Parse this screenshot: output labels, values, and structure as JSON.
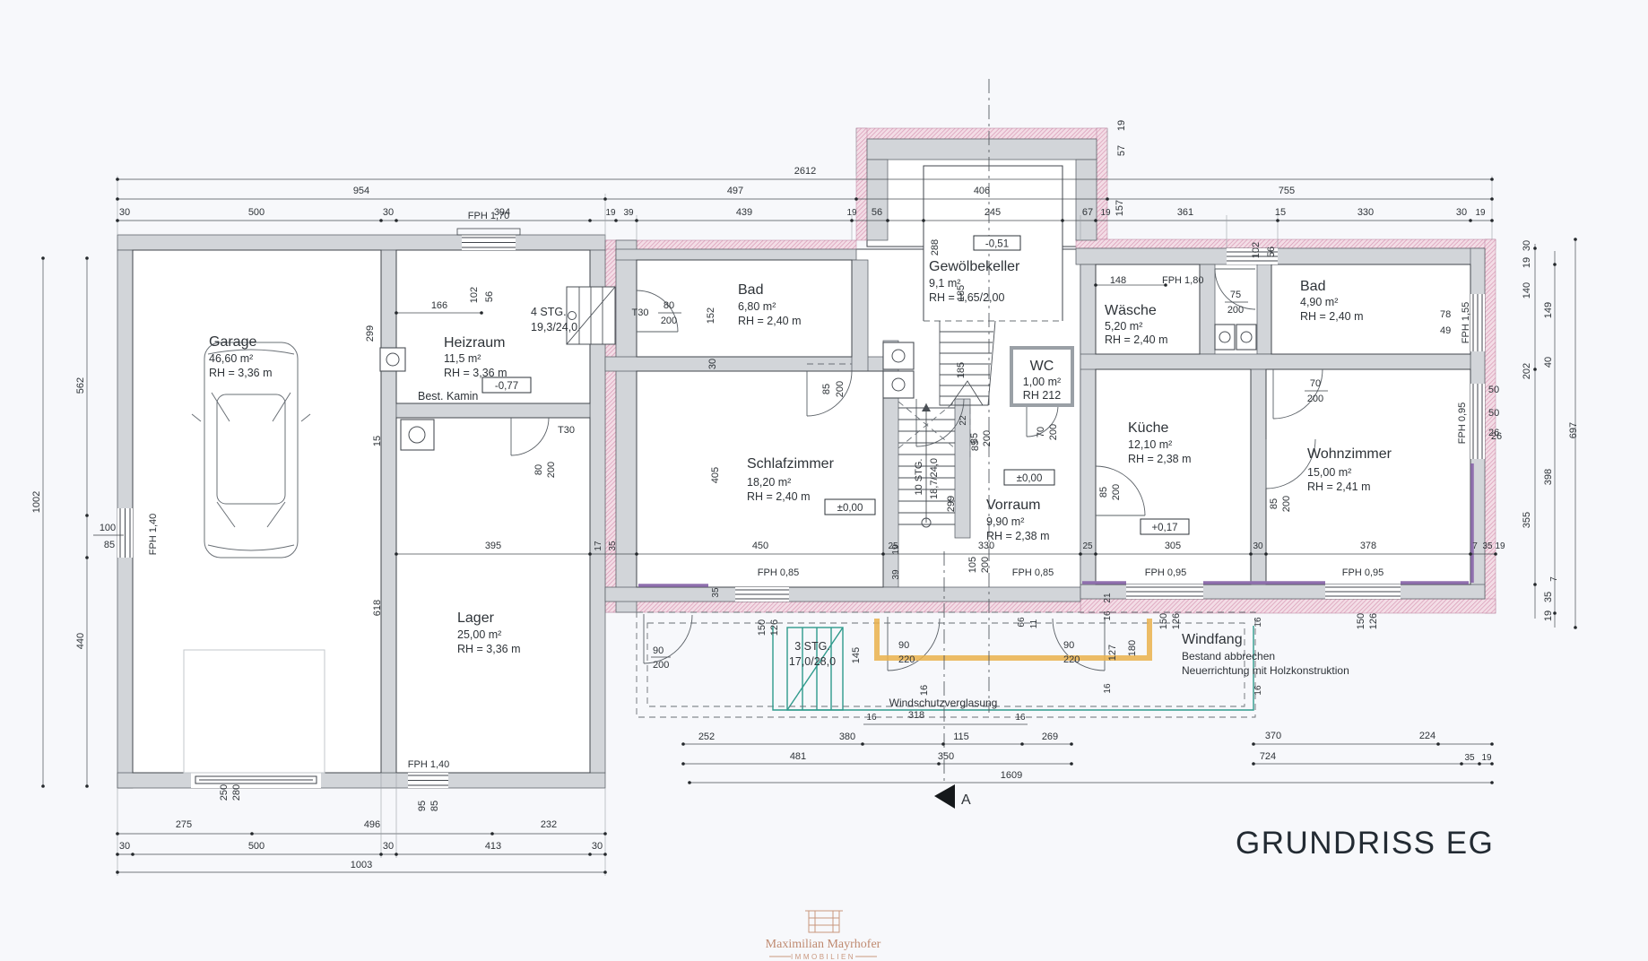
{
  "title": "GRUNDRISS EG",
  "colors": {
    "wall_gray": "#d2d5d9",
    "hatch_pink": "#d898b4",
    "hatch_bg": "#f3dde6",
    "accent_purple": "#8f6fae",
    "accent_teal": "#2f9a8c",
    "accent_orange": "#eab24b",
    "line": "#2e3338"
  },
  "rooms": {
    "garage": {
      "name": "Garage",
      "area": "46,60 m²",
      "rh": "RH = 3,36 m"
    },
    "heizraum": {
      "name": "Heizraum",
      "area": "11,5 m²",
      "rh": "RH = 3,36 m",
      "note": "Best. Kamin"
    },
    "lager": {
      "name": "Lager",
      "area": "25,00 m²",
      "rh": "RH = 3,36 m"
    },
    "bad1": {
      "name": "Bad",
      "area": "6,80 m²",
      "rh": "RH = 2,40 m"
    },
    "schlafzimmer": {
      "name": "Schlafzimmer",
      "area": "18,20 m²",
      "rh": "RH = 2,40 m"
    },
    "gewoelbekeller": {
      "name": "Gewölbekeller",
      "area": "9,1 m²",
      "rh": "RH = 1,65/2,00"
    },
    "wc": {
      "name": "WC",
      "area": "1,00 m²",
      "rh": "RH 212"
    },
    "vorraum": {
      "name": "Vorraum",
      "area": "9,90 m²",
      "rh": "RH = 2,38 m"
    },
    "waesche": {
      "name": "Wäsche",
      "area": "5,20 m²",
      "rh": "RH = 2,40 m"
    },
    "kueche": {
      "name": "Küche",
      "area": "12,10 m²",
      "rh": "RH = 2,38 m"
    },
    "bad2": {
      "name": "Bad",
      "area": "4,90 m²",
      "rh": "RH = 2,40 m"
    },
    "wohnzimmer": {
      "name": "Wohnzimmer",
      "area": "15,00 m²",
      "rh": "RH = 2,41 m"
    },
    "windfang": {
      "name": "Windfang",
      "note1": "Bestand abbrechen",
      "note2": "Neuerrichtung mit Holzkonstruktion"
    }
  },
  "levels": {
    "annex": "-0,77",
    "keller": "-0,51",
    "eg_a": "±0,00",
    "eg_b": "±0,00",
    "kueche": "+0,17"
  },
  "stairs": {
    "s4": {
      "l1": "4 STG.",
      "l2": "19,3/24,0"
    },
    "s10": {
      "l1": "10 STG.",
      "l2": "18,7/24,0"
    },
    "s3": {
      "l1": "3 STG.",
      "l2": "17,0/28,0"
    }
  },
  "doors": {
    "t30_a": "T30",
    "t30_b": "T30"
  },
  "door_sizes": {
    "bad1": [
      "80",
      "200"
    ],
    "lager": [
      "80",
      "200"
    ],
    "schlaf": [
      "85",
      "200"
    ],
    "vorraum": [
      "85",
      "200"
    ],
    "wc": [
      "70",
      "200"
    ],
    "kueche": [
      "85",
      "200"
    ],
    "wohn": [
      "85",
      "200"
    ],
    "bad2": [
      "70",
      "200"
    ],
    "waesche": [
      "75",
      "200"
    ],
    "vor_b": [
      "105",
      "200"
    ],
    "wf_l": [
      "90",
      "200"
    ],
    "wf_m": [
      "90",
      "220"
    ],
    "wf_r": [
      "90",
      "220"
    ]
  },
  "windows": {
    "fph170": "FPH 1,70",
    "fph140_l": "FPH 1,40",
    "fph140_b": "FPH 1,40",
    "fph180": "FPH 1,80",
    "fph155": "FPH 1,55",
    "fph085_a": "FPH 0,85",
    "fph085_b": "FPH 0,85",
    "fph095_a": "FPH 0,95",
    "fph095_b": "FPH 0,95",
    "fph095_c": "FPH 0,95"
  },
  "dims": {
    "top1": "2612",
    "top2": [
      "954",
      "497",
      "406",
      "755"
    ],
    "top3": [
      "30",
      "500",
      "30",
      "394",
      "19",
      "39",
      "439",
      "19",
      "56",
      "245",
      "67",
      "19",
      "361",
      "15",
      "330",
      "30",
      "19"
    ],
    "prot": {
      "v19": "19",
      "v57": "57",
      "v157": "157",
      "v288": "288"
    },
    "win_t": {
      "a": "102",
      "b": "56"
    },
    "win_tr": {
      "a": "102",
      "b": "56"
    },
    "d166": "166",
    "d148": "148",
    "left": {
      "total": "1002",
      "up": "562",
      "low": "440",
      "a": "100",
      "b": "85"
    },
    "lblock": {
      "v299": "299",
      "v15": "15",
      "v618": "618",
      "d395": "395"
    },
    "mid": [
      "450",
      "25",
      "330",
      "25",
      "305",
      "30",
      "378",
      "7",
      "35",
      "19"
    ],
    "mid_l": {
      "a": "17",
      "b": "35"
    },
    "schlaf": {
      "v152": "152",
      "v30": "30",
      "v405": "405"
    },
    "stairzone": {
      "v185a": "185",
      "v185b": "185",
      "v22": "22",
      "v85": "85",
      "v299": "299",
      "v19": "19",
      "v39": "39",
      "v35": "35"
    },
    "win_b": {
      "w1a": "150",
      "w1b": "126",
      "w2a": "150",
      "w2b": "126",
      "w3a": "150",
      "w3b": "126"
    },
    "bad2": {
      "w78": "78",
      "w49": "49"
    },
    "wohn": {
      "w50": "50",
      "w26": "26"
    },
    "right_col": {
      "r30": "30",
      "r19a": "19",
      "r140": "140",
      "r149": "149",
      "r40": "40",
      "r202": "202",
      "r50": "50",
      "r26": "26",
      "r697": "697",
      "r398": "398",
      "r355": "355",
      "r7": "7",
      "r35": "35",
      "r19b": "19"
    },
    "wf": {
      "v145": "145",
      "v16a": "16",
      "v66": "66",
      "v11": "11",
      "v21": "21",
      "v16b": "16",
      "v127": "127",
      "v180": "180",
      "v16c": "16",
      "v16d": "16",
      "v16e": "16"
    },
    "brow0": [
      "16",
      "318",
      "16"
    ],
    "brow1": [
      "252",
      "380",
      "115",
      "269"
    ],
    "brow2": [
      "481",
      "350"
    ],
    "brow3": "1609",
    "brow_r1": [
      "370",
      "224"
    ],
    "brow_r2": "724",
    "brow_r35": "35",
    "brow_r19": "19",
    "bl_row1": [
      "275",
      "496",
      "232"
    ],
    "bl_row2": [
      "30",
      "500",
      "30",
      "413",
      "30"
    ],
    "bl_row3": "1003",
    "bl_v": {
      "v250": "250",
      "v280": "280",
      "v95": "95",
      "v85": "85"
    }
  },
  "notes": {
    "windschutz": "Windschutzverglasung"
  },
  "section": {
    "a": "A"
  },
  "footer": {
    "name": "Maximilian Mayrhofer",
    "sub": "IMMOBILIEN"
  }
}
